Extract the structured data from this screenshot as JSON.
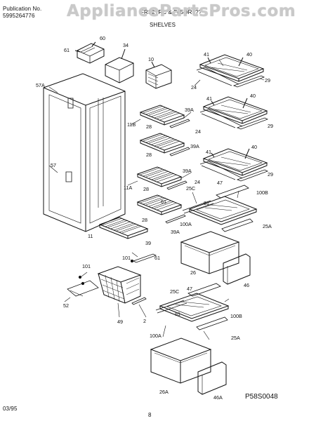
{
  "header": {
    "publication_label": "Publication No.",
    "publication_number": "5995264776",
    "models": "FRS2?RC & F45OR???",
    "section": "SHELVES",
    "watermark": "AppliancePartsPros.com"
  },
  "footer": {
    "date": "03/95",
    "page": "8",
    "part_code": "P58S0048"
  },
  "callouts": {
    "c60": "60",
    "c61a": "61",
    "c34": "34",
    "c10": "10",
    "c41a": "41",
    "c40a": "40",
    "c24a": "24",
    "c29a": "29",
    "c57a": "57A",
    "c41b": "41",
    "c40b": "40",
    "c39a1": "39A",
    "c11b": "11B",
    "c28a": "28",
    "c24b": "24",
    "c29b": "29",
    "c28b": "28",
    "c39a2": "39A",
    "c40c": "40",
    "c41c": "41",
    "c57": "57",
    "c24c": "24",
    "c29c": "29",
    "c39a3": "39A",
    "c11a": "11A",
    "c28c": "28",
    "c25c1": "25C",
    "c47a": "47",
    "c100b1": "100B",
    "c61b": "61",
    "c81a": "81",
    "c28d": "28",
    "c100a1": "100A",
    "c39a4": "39A",
    "c25a1": "25A",
    "c11": "11",
    "c39": "39",
    "c101a": "101",
    "c61c": "61",
    "c26": "26",
    "c46": "46",
    "c101b": "101",
    "c52": "52",
    "c49": "49",
    "c2": "2",
    "c25c2": "25C",
    "c47b": "47",
    "c81b": "81",
    "c100b2": "100B",
    "c100a2": "100A",
    "c25a2": "25A",
    "c26a": "26A",
    "c46a": "46A"
  }
}
